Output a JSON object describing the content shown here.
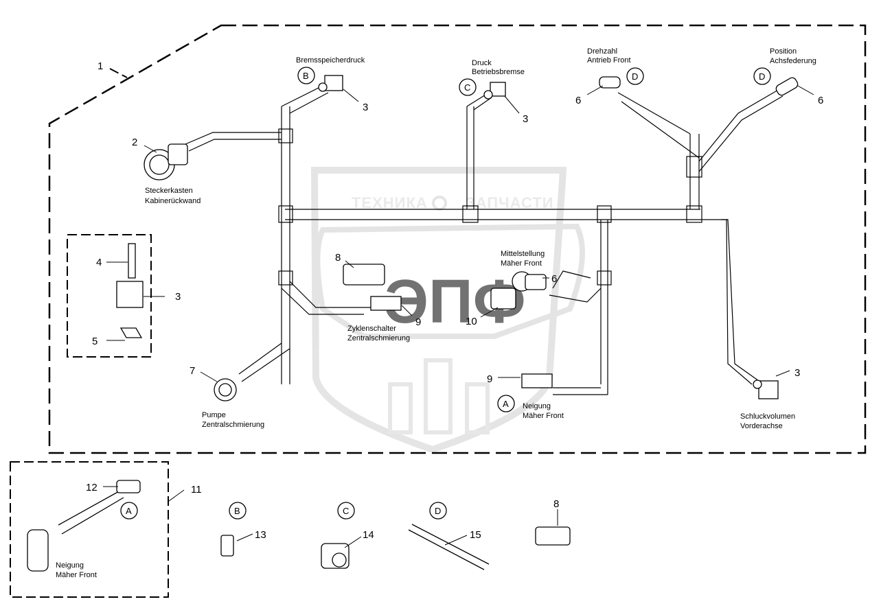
{
  "watermark": {
    "left": "ТЕХНИКА",
    "right": "ЗАПЧАСТИ",
    "mark": "ЭПФ"
  },
  "callouts": {
    "c1": "1",
    "c2": "2",
    "c3a": "3",
    "c3b": "3",
    "c3c": "3",
    "c3d": "3",
    "c4": "4",
    "c5": "5",
    "c6a": "6",
    "c6b": "6",
    "c6c": "6",
    "c7": "7",
    "c8a": "8",
    "c8b": "8",
    "c9a": "9",
    "c9b": "9",
    "c10": "10",
    "c11": "11",
    "c12": "12",
    "c13": "13",
    "c14": "14",
    "c15": "15"
  },
  "circles": {
    "bTop": "B",
    "cTop": "C",
    "dTop1": "D",
    "dTop2": "D",
    "aMain": "A",
    "aInset": "A",
    "bLeg": "B",
    "cLeg": "C",
    "dLeg": "D"
  },
  "labels": {
    "bremsspeicherdruck": "Bremsspeicherdruck",
    "druck1": "Druck",
    "druck2": "Betriebsbremse",
    "drehzahl1": "Drehzahl",
    "drehzahl2": "Antrieb Front",
    "position1": "Position",
    "position2": "Achsfederung",
    "stecker1": "Steckerkasten",
    "stecker2": "Kabinerückwand",
    "mittel1": "Mittelstellung",
    "mittel2": "Mäher Front",
    "zyklen1": "Zyklenschalter",
    "zyklen2": "Zentralschmierung",
    "pumpe1": "Pumpe",
    "pumpe2": "Zentralschmierung",
    "neigung1": "Neigung",
    "neigung2": "Mäher Front",
    "schluck1": "Schluckvolumen",
    "schluck2": "Vorderachse",
    "inset1": "Neigung",
    "inset2": "Mäher Front"
  }
}
